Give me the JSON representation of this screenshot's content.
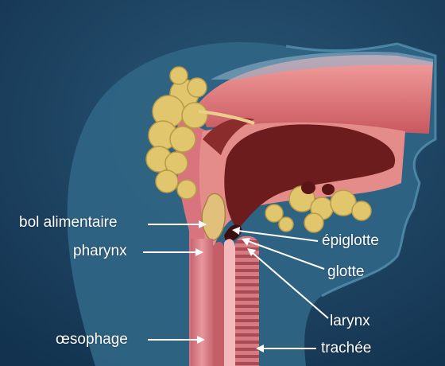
{
  "diagram": {
    "labels": {
      "bol_alimentaire": "bol alimentaire",
      "pharynx": "pharynx",
      "oesophage": "œsophage",
      "epiglotte": "épiglotte",
      "glotte": "glotte",
      "larynx": "larynx",
      "trachee": "trachée"
    },
    "colors": {
      "background": "#163a5c",
      "head_silhouette": "#356f8e",
      "palate_pink": "#e38c8a",
      "tongue": "#6c1c1c",
      "mucosa_pink": "#d9747e",
      "gland_yellow": "#e1c66e",
      "label_text": "#ffffff"
    }
  }
}
